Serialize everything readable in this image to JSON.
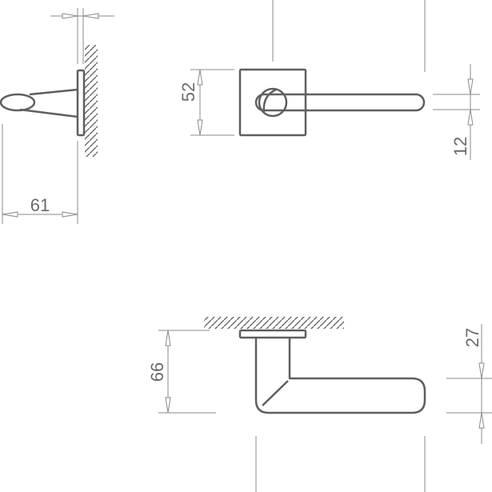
{
  "drawing": {
    "line_color": "#5f5f5f",
    "dimension_color": "#8a8a8a",
    "dimensions": {
      "side_projection": "61",
      "rose_size": "52",
      "lever_thickness": "12",
      "top_projection": "66",
      "lever_depth": "27"
    }
  }
}
